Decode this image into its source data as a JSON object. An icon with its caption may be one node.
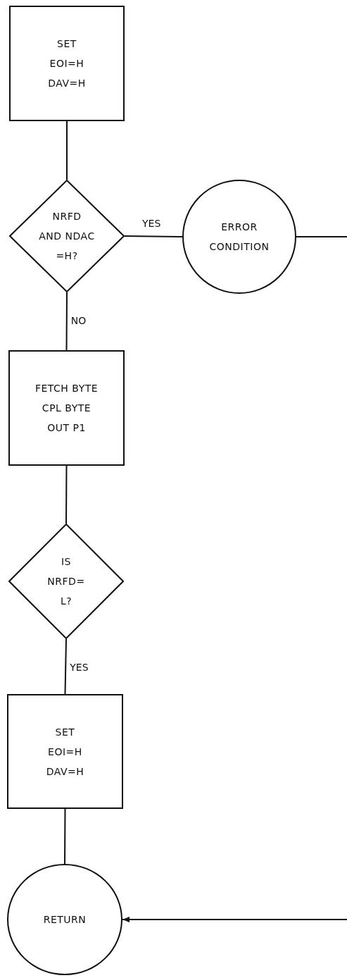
{
  "diagram": {
    "nodes": [
      {
        "text": [
          "SET",
          "EOI=H",
          "DAV=H"
        ]
      },
      {
        "text": [
          "NRFD",
          "AND NDAC",
          "=H?"
        ]
      },
      {
        "text": [
          "ERROR",
          "CONDITION"
        ]
      },
      {
        "text": [
          "FETCH BYTE",
          "CPL BYTE",
          "OUT P1"
        ]
      },
      {
        "text": [
          "IS",
          "NRFD=",
          "L?"
        ]
      },
      {
        "text": [
          "SET",
          "EOI=H",
          "DAV=H"
        ]
      },
      {
        "text": [
          "RETURN"
        ]
      }
    ],
    "edges": [
      {
        "from": 0,
        "to": 1,
        "arrow": "none"
      },
      {
        "from": 1,
        "to": 2,
        "arrow": "none",
        "label": "YES"
      },
      {
        "from": 2,
        "to": null,
        "arrow": "none"
      },
      {
        "from": 1,
        "to": 3,
        "arrow": "none",
        "label": "NO"
      },
      {
        "from": 3,
        "to": 4,
        "arrow": "none"
      },
      {
        "from": 4,
        "to": 5,
        "arrow": "none",
        "label": "YES"
      },
      {
        "from": 5,
        "to": 6,
        "arrow": "none"
      },
      {
        "from": null,
        "to": 6,
        "arrow": "to"
      }
    ]
  }
}
